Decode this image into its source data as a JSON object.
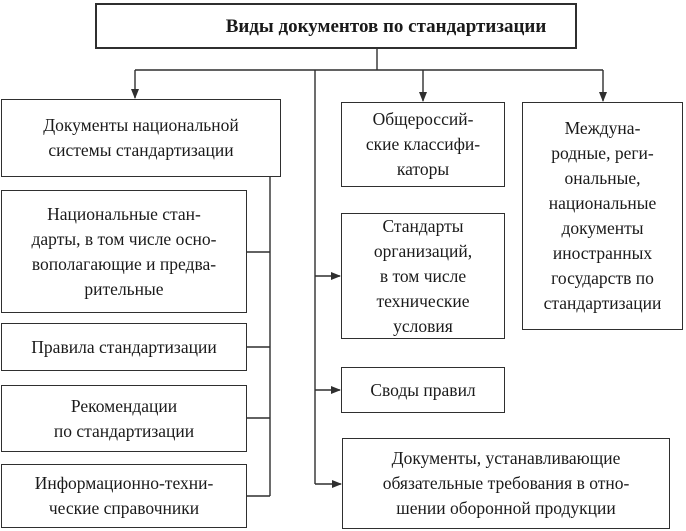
{
  "title": "Виды документов по стандартизации",
  "colors": {
    "line": "#2f2f2f",
    "text": "#1a1a1a",
    "background": "#ffffff"
  },
  "left_column": {
    "parent": "Документы национальной\nсистемы стандартизации",
    "children": [
      "Национальные стан-\nдарты, в том числе осно-\nвополагающие и предва-\nрительные",
      "Правила стандартизации",
      "Рекомендации\nпо стандартизации",
      "Информационно-техни-\nческие справочники"
    ]
  },
  "middle_column": {
    "children": [
      "Общероссий-\nские классифи-\nкаторы",
      "Стандарты\nорганизаций,\nв том числе\nтехнические\nусловия",
      "Своды правил",
      "Документы, устанавливающие\nобязательные требования в отно-\nшении оборонной продукции"
    ]
  },
  "right_column": {
    "children": [
      "Междуна-\nродные, реги-\nональные,\nнациональные\nдокументы\nиностранных\nгосударств по\nстандартизации"
    ]
  }
}
